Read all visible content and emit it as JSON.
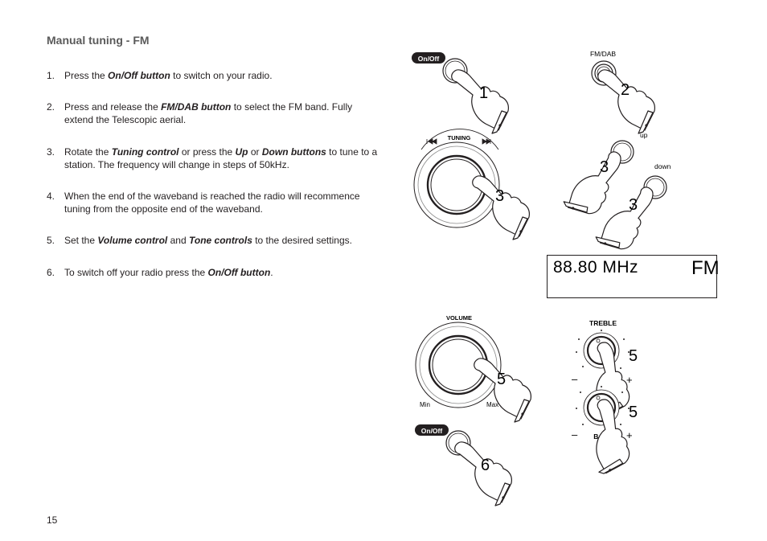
{
  "heading": "Manual tuning - FM",
  "steps": [
    {
      "num": "1.",
      "parts": [
        {
          "t": "Press the "
        },
        {
          "t": "On/Off button",
          "em": true
        },
        {
          "t": " to switch on your radio."
        }
      ]
    },
    {
      "num": "2.",
      "parts": [
        {
          "t": "Press and release the "
        },
        {
          "t": "FM/DAB button",
          "em": true
        },
        {
          "t": " to select the FM band. Fully extend the Telescopic aerial."
        }
      ]
    },
    {
      "num": "3.",
      "parts": [
        {
          "t": "Rotate the "
        },
        {
          "t": "Tuning control",
          "em": true
        },
        {
          "t": " or press the "
        },
        {
          "t": "Up",
          "em": true
        },
        {
          "t": " or "
        },
        {
          "t": "Down buttons",
          "em": true
        },
        {
          "t": "  to tune to a station. The frequency will change in steps of 50kHz."
        }
      ]
    },
    {
      "num": "4.",
      "parts": [
        {
          "t": "When the end of the waveband is reached the radio will recommence tuning from the opposite end of the waveband."
        }
      ]
    },
    {
      "num": "5.",
      "parts": [
        {
          "t": "Set the "
        },
        {
          "t": "Volume control",
          "em": true
        },
        {
          "t": " and "
        },
        {
          "t": "Tone controls",
          "em": true
        },
        {
          "t": " to the desired settings."
        }
      ]
    },
    {
      "num": "6.",
      "parts": [
        {
          "t": "To switch off your radio press the "
        },
        {
          "t": "On/Off button",
          "em": true
        },
        {
          "t": "."
        }
      ]
    }
  ],
  "page_number": "15",
  "figures": {
    "onoff_label": "On/Off",
    "fmdab_label": "FM/DAB",
    "tuning_label": "TUNING",
    "up_label": "up",
    "down_label": "down",
    "volume_label": "VOLUME",
    "min_label": "Min",
    "max_label": "Max",
    "treble_label": "TREBLE",
    "bass_label": "BASS",
    "minus_sign": "–",
    "plus_sign": "+",
    "step_1": "1",
    "step_2": "2",
    "step_3": "3",
    "step_5": "5",
    "step_6": "6",
    "prev_icon": "previous-track-icon",
    "next_icon": "next-track-icon"
  },
  "display": {
    "frequency": "88.80 MHz",
    "band": "FM"
  }
}
